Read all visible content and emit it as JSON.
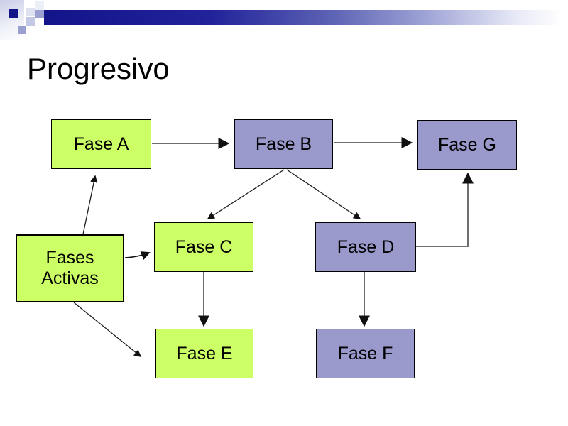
{
  "slide": {
    "title": "Progresivo"
  },
  "header": {
    "bar_gradient_start": "#13138a",
    "bar_gradient_mid": "#9ba0d4",
    "bar_gradient_end": "#ffffff"
  },
  "diagram": {
    "node_colors": {
      "green": "#ccff66",
      "purple": "#9999cc"
    },
    "line_colors": {
      "connector_gray": "#6e6e6e",
      "connector_black": "#1c1c1c"
    },
    "boxes": [
      {
        "id": "fase-a",
        "label": "Fase A",
        "color": "green"
      },
      {
        "id": "fase-b",
        "label": "Fase B",
        "color": "purple"
      },
      {
        "id": "fase-g",
        "label": "Fase G",
        "color": "purple"
      },
      {
        "id": "fases-activas",
        "label": "Fases Activas",
        "color": "green"
      },
      {
        "id": "fase-c",
        "label": "Fase C",
        "color": "green"
      },
      {
        "id": "fase-d",
        "label": "Fase D",
        "color": "purple"
      },
      {
        "id": "fase-e",
        "label": "Fase E",
        "color": "green"
      },
      {
        "id": "fase-f",
        "label": "Fase F",
        "color": "purple"
      }
    ],
    "edges": [
      {
        "from": "fase-a",
        "to": "fase-b"
      },
      {
        "from": "fase-b",
        "to": "fase-g"
      },
      {
        "from": "fase-b",
        "to": "fase-c"
      },
      {
        "from": "fase-b",
        "to": "fase-d"
      },
      {
        "from": "fases-activas",
        "to": "fase-a"
      },
      {
        "from": "fases-activas",
        "to": "fase-c"
      },
      {
        "from": "fases-activas",
        "to": "fase-e"
      },
      {
        "from": "fase-c",
        "to": "fase-e"
      },
      {
        "from": "fase-d",
        "to": "fase-f"
      },
      {
        "from": "fase-d",
        "to": "fase-g"
      }
    ]
  }
}
